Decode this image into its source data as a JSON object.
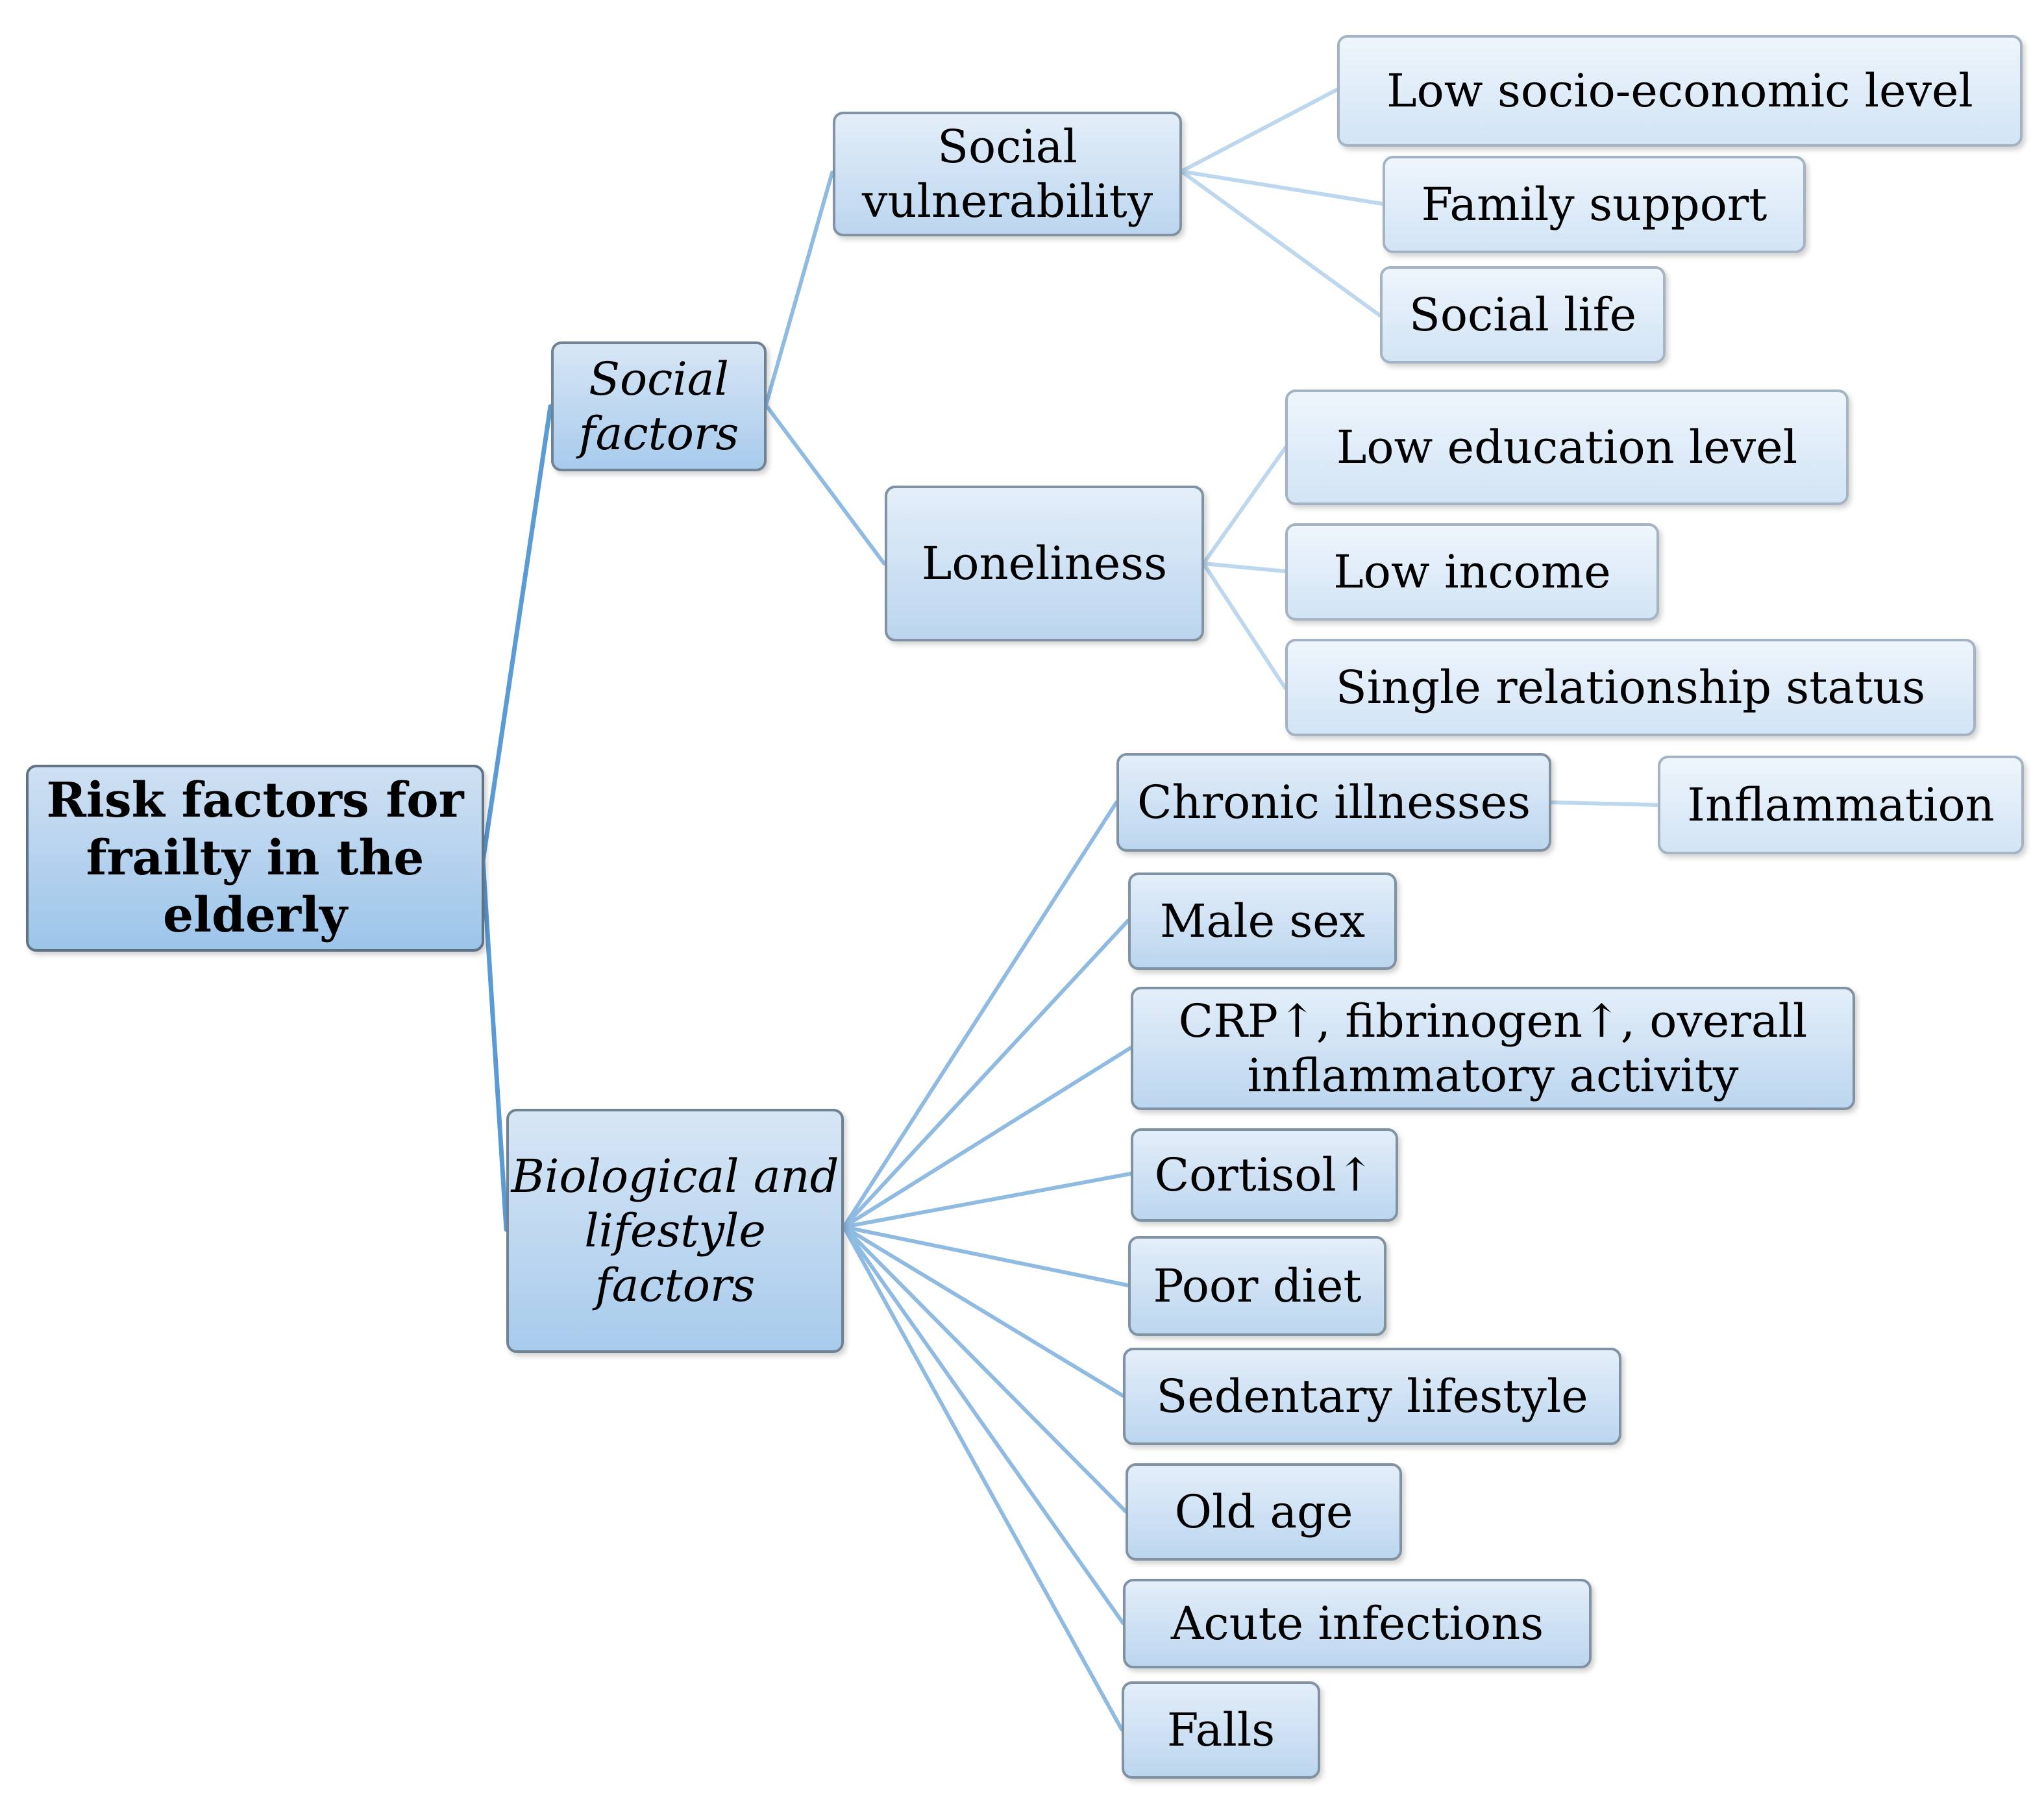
{
  "root": {
    "label": "Risk factors for\nfrailty in the\nelderly",
    "children": [
      {
        "label": "Social\nfactors",
        "children": [
          {
            "label": "Social\nvulnerability",
            "children": [
              "Low socio-economic level",
              "Family support",
              "Social life"
            ]
          },
          {
            "label": "Loneliness",
            "children": [
              "Low education level",
              "Low income",
              "Single relationship status"
            ]
          }
        ]
      },
      {
        "label": "Biological and\nlifestyle\nfactors",
        "children": [
          {
            "label": "Chronic illnesses",
            "children": [
              "Inflammation"
            ]
          },
          {
            "label": "Male sex"
          },
          {
            "label": "CRP↑, fibrinogen↑, overall\ninflammatory activity"
          },
          {
            "label": "Cortisol↑"
          },
          {
            "label": "Poor diet"
          },
          {
            "label": "Sedentary lifestyle"
          },
          {
            "label": "Old age"
          },
          {
            "label": "Acute infections"
          },
          {
            "label": "Falls"
          }
        ]
      }
    ]
  },
  "colors": {
    "root_line": "#5b9bd5",
    "branch_line": "#8fbbe2",
    "leaf_line": "#bdd7ee"
  }
}
